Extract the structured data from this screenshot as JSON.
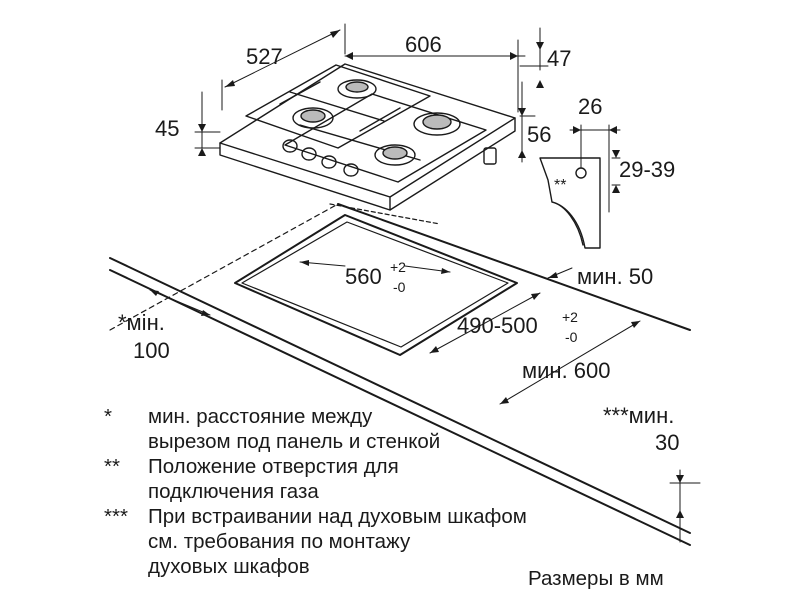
{
  "dimensions": {
    "hob_depth": "527",
    "hob_width": "606",
    "top_offset": "47",
    "hob_height": "45",
    "side_offset": "56",
    "gas_offset": "26",
    "gas_height": "29-39",
    "gas_marker": "**",
    "cutout_width": {
      "main": "560",
      "tol_plus": "+2",
      "tol_minus": "-0"
    },
    "cutout_depth": {
      "main": "490-500",
      "tol_plus": "+2",
      "tol_minus": "-0"
    },
    "min_back": "мин. 50",
    "min_wall_line1": "*мін.",
    "min_wall_line2": "100",
    "min_front": "мин. 600",
    "min_bottom_line1": "***мин.",
    "min_bottom_line2": "30"
  },
  "notes": [
    {
      "mark": "*",
      "lines": [
        "мин. расстояние между",
        "вырезом под панель и стенкой"
      ]
    },
    {
      "mark": "**",
      "lines": [
        "Положение отверстия для",
        "подключения газа"
      ]
    },
    {
      "mark": "***",
      "lines": [
        "При встраивании над духовым шкафом",
        "см. требования по монтажу",
        "духовых шкафов"
      ]
    }
  ],
  "units_label": "Размеры в мм"
}
